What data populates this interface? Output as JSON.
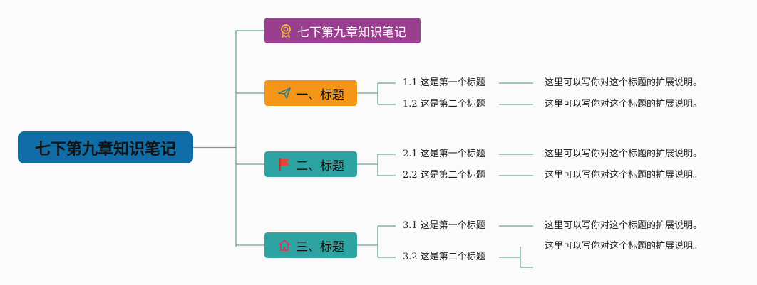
{
  "root": {
    "label": "七下第九章知识笔记"
  },
  "top_note": {
    "label": "七下第九章知识笔记",
    "icon": "award-ribbon-icon"
  },
  "branches": [
    {
      "label": "一、标题",
      "icon": "paper-plane-icon",
      "subs": [
        {
          "label": "1.1 这是第一个标题",
          "desc": "这里可以写你对这个标题的扩展说明。"
        },
        {
          "label": "1.2 这是第二个标题",
          "desc": "这里可以写你对这个标题的扩展说明。"
        }
      ]
    },
    {
      "label": "二、标题",
      "icon": "flag-icon",
      "subs": [
        {
          "label": "2.1 这是第一个标题",
          "desc": "这里可以写你对这个标题的扩展说明。"
        },
        {
          "label": "2.2 这是第二个标题",
          "desc": "这里可以写你对这个标题的扩展说明。"
        }
      ]
    },
    {
      "label": "三、标题",
      "icon": "house-icon",
      "subs": [
        {
          "label": "3.1 这是第一个标题",
          "desc": "这里可以写你对这个标题的扩展说明。"
        },
        {
          "label": "3.2 这是第二个标题",
          "desc": "这里可以写你对这个标题的扩展说明。"
        }
      ]
    }
  ],
  "colors": {
    "root": "#0f6da8",
    "top_note": "#9a3f8f",
    "branch_1": "#f5961a",
    "branch_2": "#2ea4a2",
    "branch_3": "#2ea4a2",
    "connector": "#6aa39b"
  }
}
